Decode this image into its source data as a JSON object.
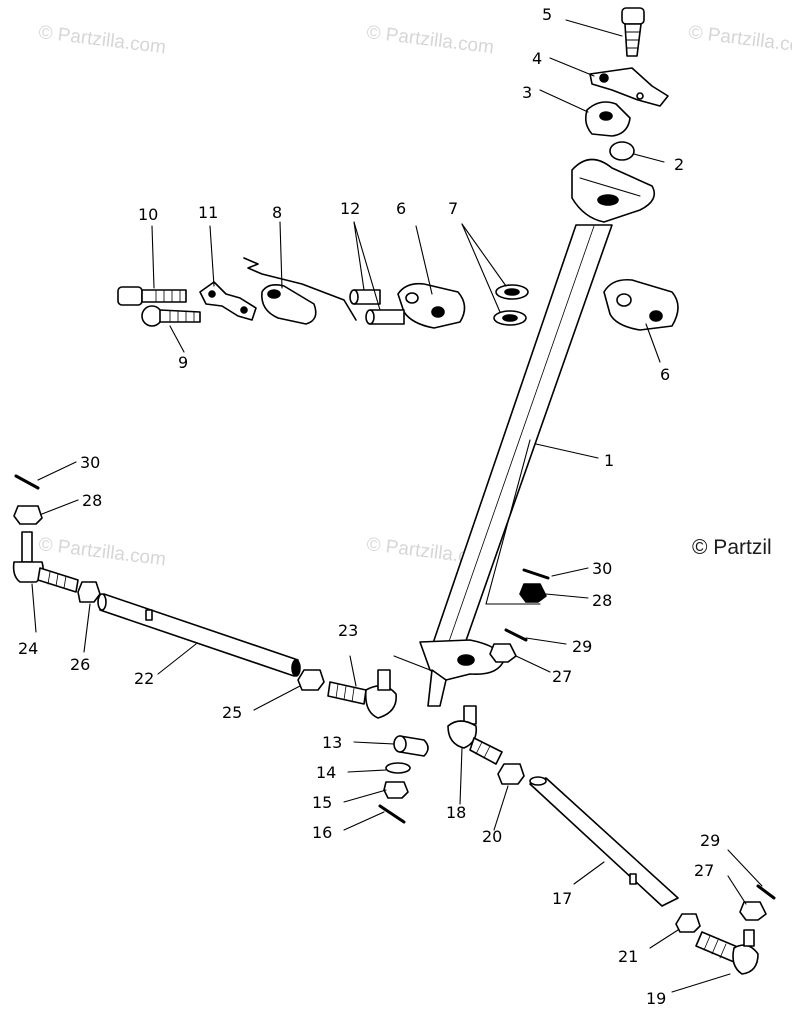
{
  "watermarks": {
    "w1": "© Partzilla.com",
    "w2": "© Partzilla.com",
    "w3": "© Partzilla.com",
    "w4": "© Partzilla.com",
    "w5": "© Partzilla.com",
    "w6": "© Partzil"
  },
  "callouts": {
    "c1": "1",
    "c2": "2",
    "c3": "3",
    "c4": "4",
    "c5": "5",
    "c6a": "6",
    "c6b": "6",
    "c7": "7",
    "c8": "8",
    "c9": "9",
    "c10": "10",
    "c11": "11",
    "c12": "12",
    "c13": "13",
    "c14": "14",
    "c15": "15",
    "c16": "16",
    "c17": "17",
    "c18": "18",
    "c19": "19",
    "c20": "20",
    "c21": "21",
    "c22": "22",
    "c23": "23",
    "c24": "24",
    "c25": "25",
    "c26": "26",
    "c27a": "27",
    "c27b": "27",
    "c28a": "28",
    "c28b": "28",
    "c29a": "29",
    "c29b": "29",
    "c30a": "30",
    "c30b": "30"
  }
}
